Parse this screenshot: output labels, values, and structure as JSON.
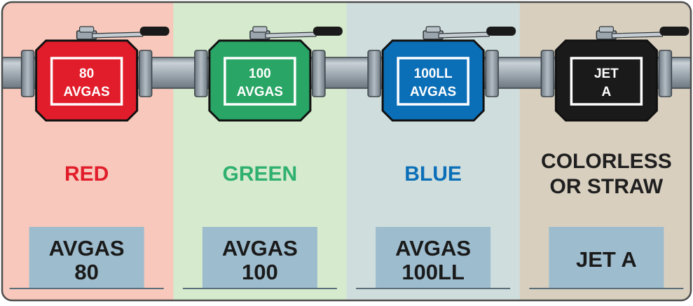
{
  "frame_color": "#4d4d4d",
  "pipe_color": "#a7b2ba",
  "legend_box_color": "#9dbccd",
  "panels": [
    {
      "valve_line1": "80",
      "valve_line2": "AVGAS",
      "valve_color": "#e21d2b",
      "background": "#f7c8bb",
      "color_name": [
        "RED"
      ],
      "color_name_color": "#e21d2b",
      "grade_label": [
        "AVGAS",
        "80"
      ]
    },
    {
      "valve_line1": "100",
      "valve_line2": "AVGAS",
      "valve_color": "#29a565",
      "background": "#d6ebcd",
      "color_name": [
        "GREEN"
      ],
      "color_name_color": "#2fb06e",
      "grade_label": [
        "AVGAS",
        "100"
      ]
    },
    {
      "valve_line1": "100LL",
      "valve_line2": "AVGAS",
      "valve_color": "#0b6fb8",
      "background": "#cfdedd",
      "color_name": [
        "BLUE"
      ],
      "color_name_color": "#0b6fb8",
      "grade_label": [
        "AVGAS",
        "100LL"
      ]
    },
    {
      "valve_line1": "JET",
      "valve_line2": "A",
      "valve_color": "#1a1a1a",
      "background": "#d8cfbf",
      "color_name": [
        "COLORLESS",
        "OR STRAW"
      ],
      "color_name_color": "#1f1f1f",
      "grade_label": [
        "JET A"
      ]
    }
  ]
}
